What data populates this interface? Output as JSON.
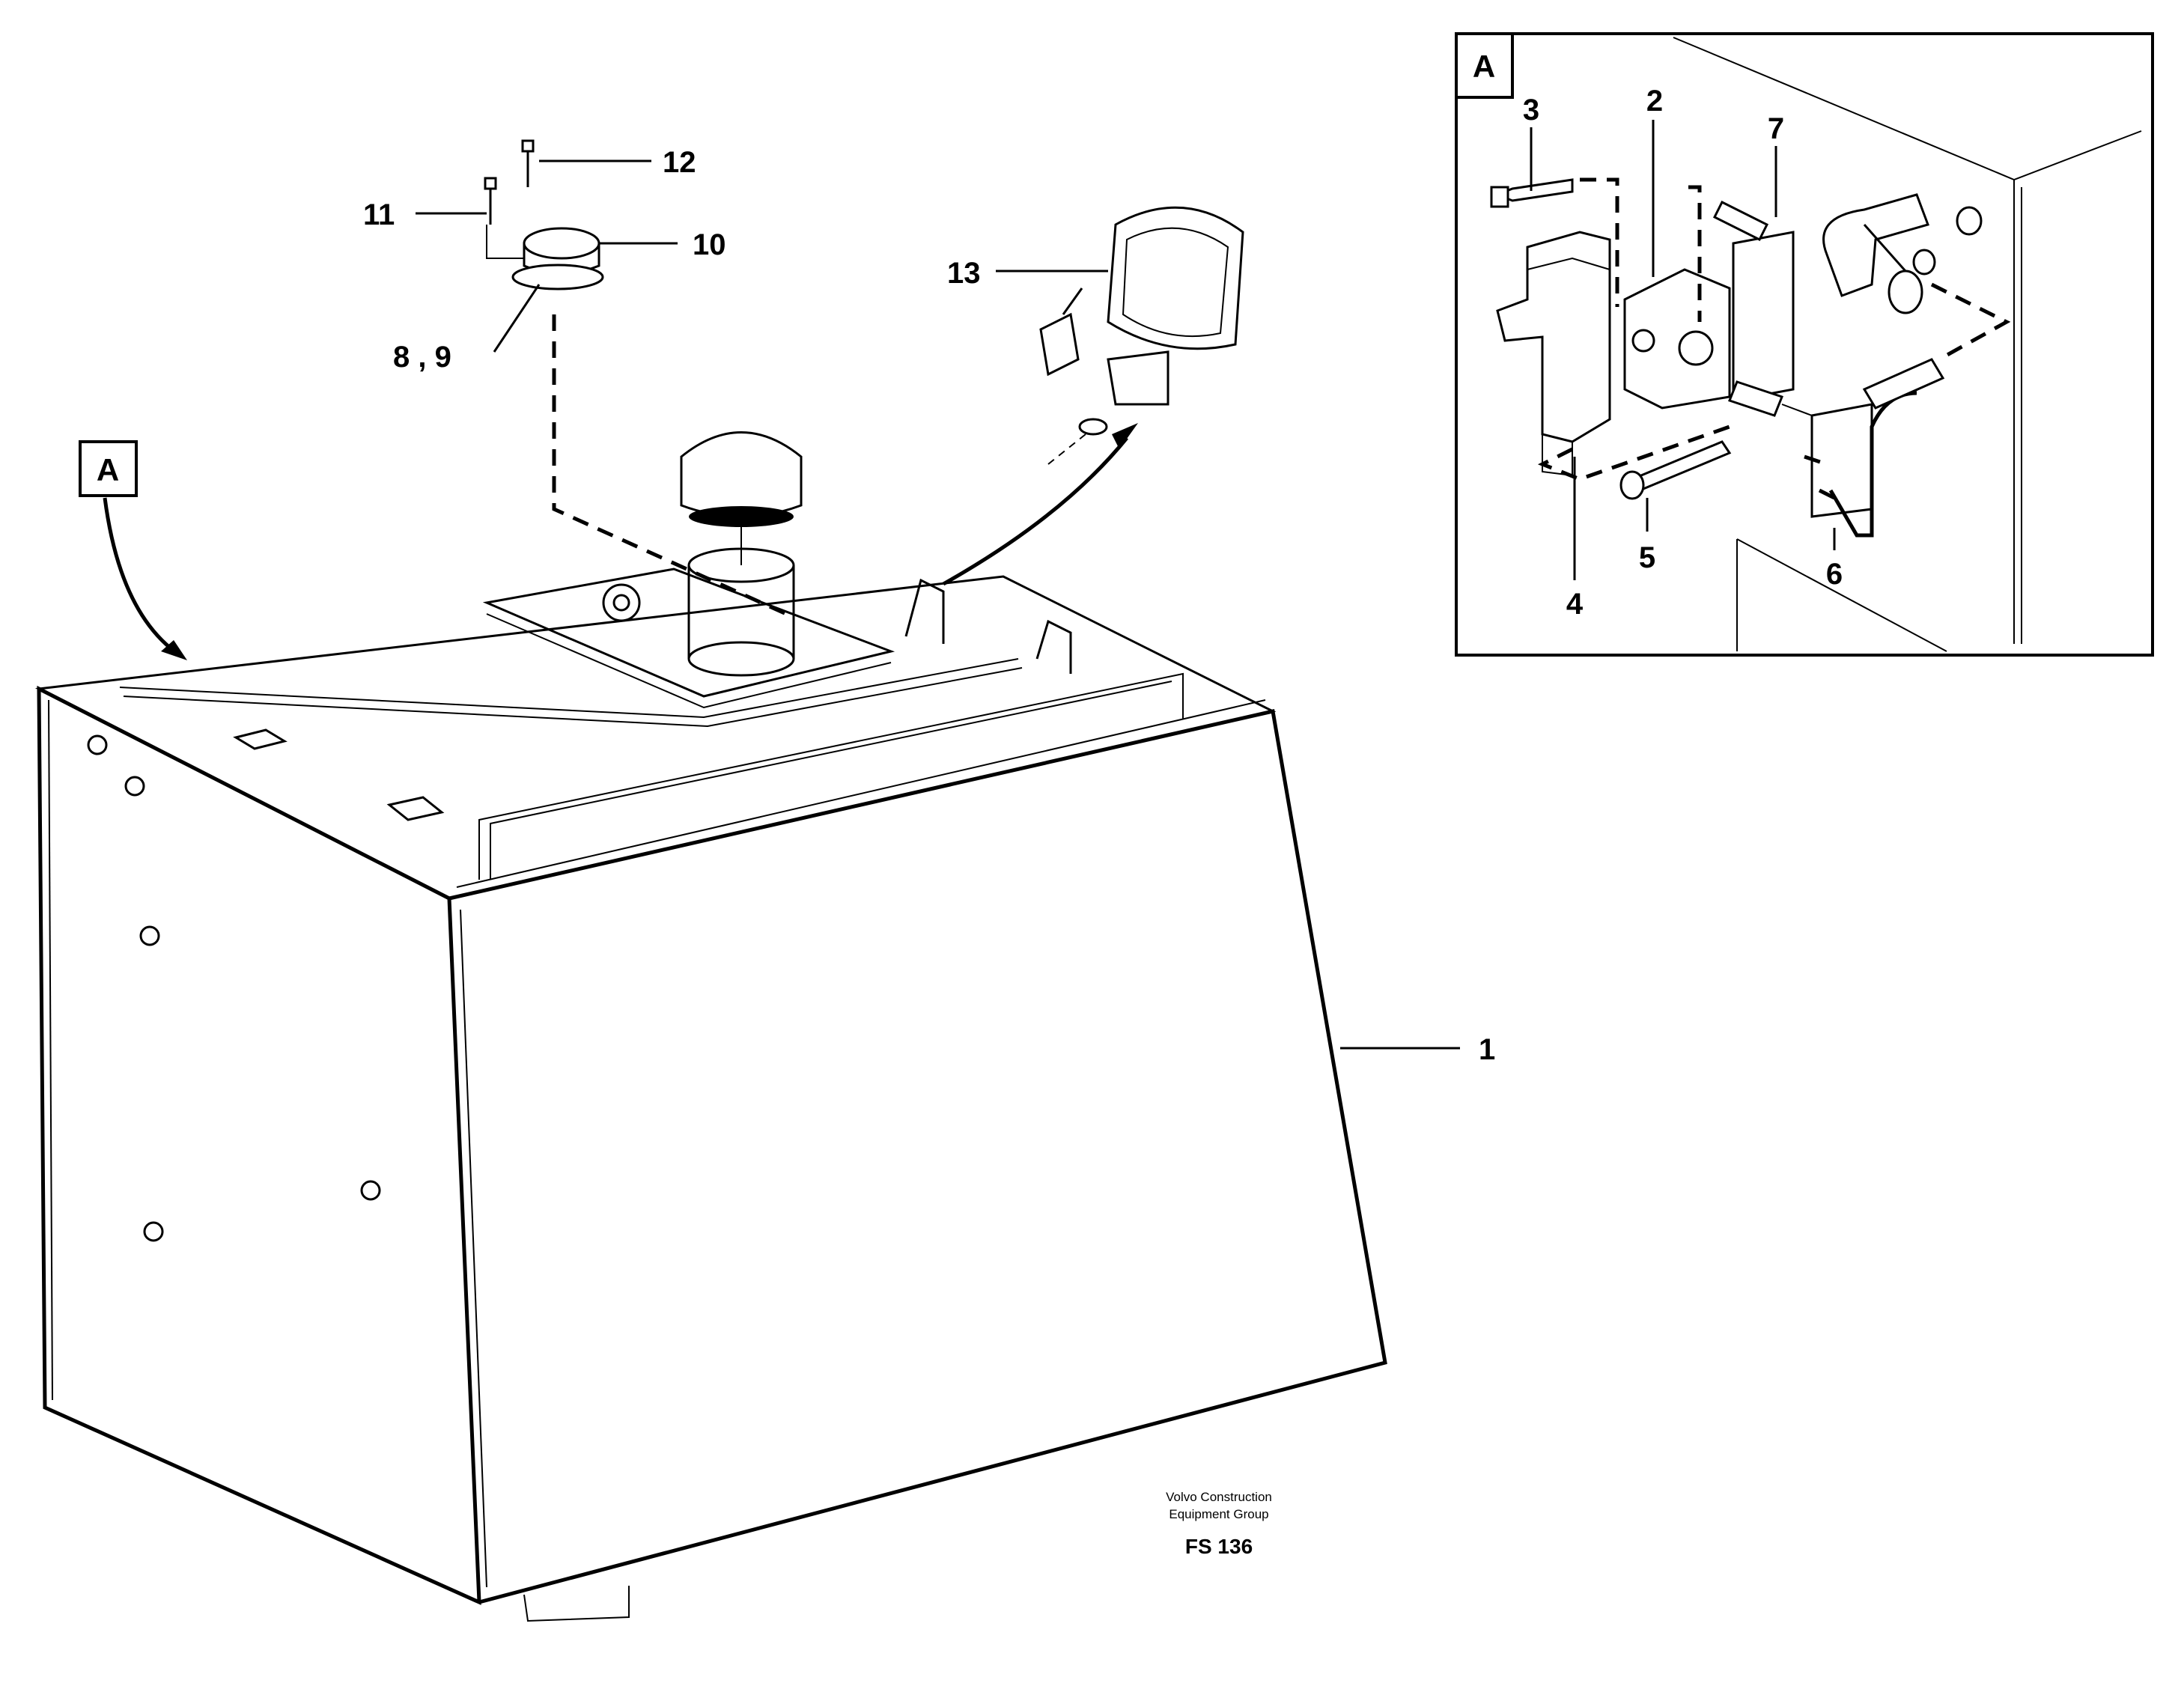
{
  "diagram": {
    "callouts": {
      "c1": "1",
      "c8_9": "8 , 9",
      "c10": "10",
      "c11": "11",
      "c12": "12",
      "c13": "13"
    },
    "view_marker": "A",
    "detail_view": {
      "title": "A",
      "callouts": {
        "c2": "2",
        "c3": "3",
        "c4": "4",
        "c5": "5",
        "c6": "6",
        "c7": "7"
      }
    },
    "caption": {
      "line1": "Volvo Construction",
      "line2": "Equipment Group",
      "figure_code": "FS 136"
    }
  }
}
